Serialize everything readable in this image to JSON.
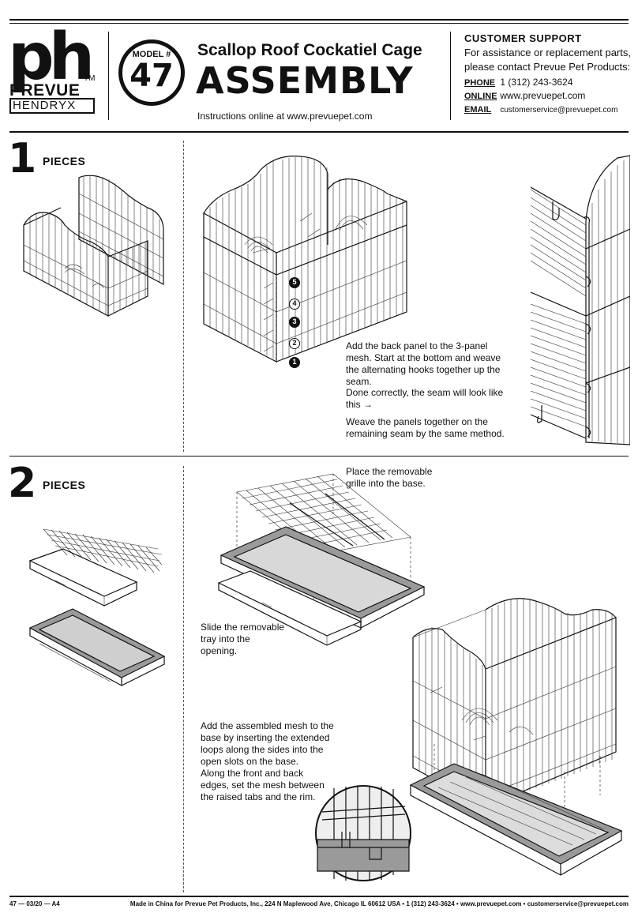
{
  "logo": {
    "mark": "ph",
    "tm": "TM",
    "brand": "PREVUE",
    "sub": "HENDRYX"
  },
  "model": {
    "label": "MODEL #",
    "number": "47"
  },
  "title": {
    "product": "Scallop Roof Cockatiel Cage",
    "heading": "ASSEMBLY",
    "online": "Instructions online at www.prevuepet.com"
  },
  "support": {
    "title": "CUSTOMER SUPPORT",
    "text": "For assistance or replacement parts, please contact Prevue Pet Products:",
    "phone_label": "PHONE",
    "phone": "1 (312) 243-3624",
    "online_label": "ONLINE",
    "online": "www.prevuepet.com",
    "email_label": "EMAIL",
    "email": "customerservice@prevuepet.com"
  },
  "step1": {
    "number": "1",
    "pieces": "PIECES",
    "badges": [
      "5",
      "4",
      "3",
      "2",
      "1"
    ],
    "instr1": "Add the back panel to the 3-panel mesh. Start at the bottom and weave the alternating hooks together up the seam.",
    "instr2": "Done correctly, the seam will look like this →",
    "instr3": "Weave the panels together on the remaining seam by the same method."
  },
  "step2": {
    "number": "2",
    "pieces": "PIECES",
    "instr_grille": "Place the removable grille into the base.",
    "instr_tray": "Slide the removable tray into the opening.",
    "instr_mesh1": "Add the assembled mesh to the base by inserting the extended loops along the sides into the open slots on the base.",
    "instr_mesh2": "Along the front and back edges, set the mesh between the raised tabs and the rim."
  },
  "footer": {
    "code": "47 — 03/20 — A4",
    "info": "Made in China for Prevue Pet Products, Inc., 224 N Maplewood Ave, Chicago IL 60612 USA • 1 (312) 243-3624 • www.prevuepet.com • customerservice@prevuepet.com"
  }
}
